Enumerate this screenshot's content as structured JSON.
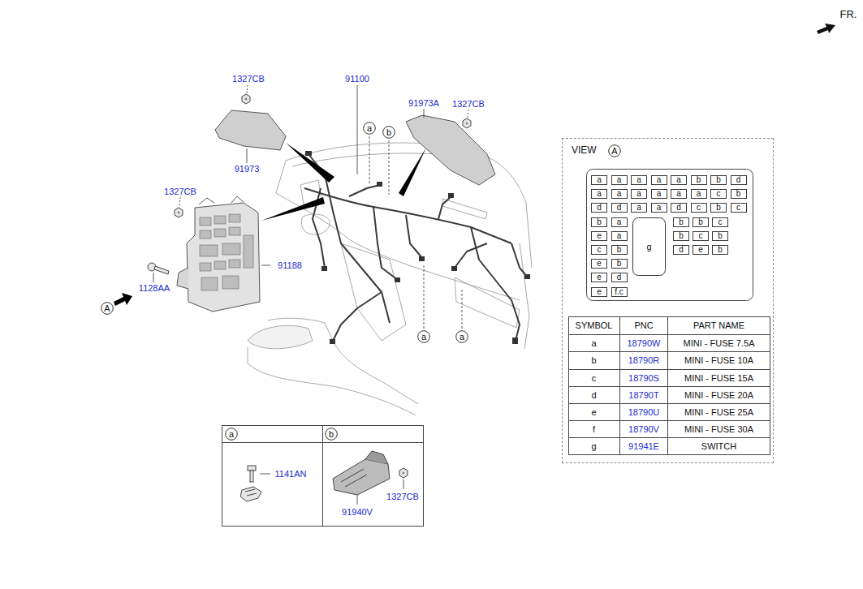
{
  "diagram": {
    "nodes": [
      {
        "text": [
          "a"
        ]
      },
      {
        "text": [
          "b"
        ]
      },
      {
        "text": [
          "A"
        ]
      },
      {
        "text": [
          "a"
        ]
      },
      {
        "text": [
          "a"
        ]
      },
      {
        "text": [
          "a"
        ]
      },
      {
        "text": [
          "b"
        ]
      },
      {
        "text": [
          "VIEW"
        ]
      },
      {
        "text": [
          "A"
        ],
        "in": 7
      },
      {
        "text": [
          "a"
        ],
        "in": 7
      },
      {
        "text": [
          "a"
        ],
        "in": 7
      },
      {
        "text": [
          "a"
        ],
        "in": 7
      },
      {
        "text": [
          "a"
        ],
        "in": 7
      },
      {
        "text": [
          "a"
        ],
        "in": 7
      },
      {
        "text": [
          "b"
        ],
        "in": 7
      },
      {
        "text": [
          "b"
        ],
        "in": 7
      },
      {
        "text": [
          "d"
        ],
        "in": 7
      },
      {
        "text": [
          "a"
        ],
        "in": 7
      },
      {
        "text": [
          "a"
        ],
        "in": 7
      },
      {
        "text": [
          "a"
        ],
        "in": 7
      },
      {
        "text": [
          "a"
        ],
        "in": 7
      },
      {
        "text": [
          "a"
        ],
        "in": 7
      },
      {
        "text": [
          "a"
        ],
        "in": 7
      },
      {
        "text": [
          "c"
        ],
        "in": 7
      },
      {
        "text": [
          "b"
        ],
        "in": 7
      },
      {
        "text": [
          "d"
        ],
        "in": 7
      },
      {
        "text": [
          "d"
        ],
        "in": 7
      },
      {
        "text": [
          "a"
        ],
        "in": 7
      },
      {
        "text": [
          "a"
        ],
        "in": 7
      },
      {
        "text": [
          "d"
        ],
        "in": 7
      },
      {
        "text": [
          "c"
        ],
        "in": 7
      },
      {
        "text": [
          "b"
        ],
        "in": 7
      },
      {
        "text": [
          "c"
        ],
        "in": 7
      },
      {
        "text": [
          "b"
        ],
        "in": 7
      },
      {
        "text": [
          "a"
        ],
        "in": 7
      },
      {
        "text": [
          "g"
        ],
        "in": 7
      },
      {
        "text": [
          "b"
        ],
        "in": 7
      },
      {
        "text": [
          "b"
        ],
        "in": 7
      },
      {
        "text": [
          "c"
        ],
        "in": 7
      },
      {
        "text": [
          "e"
        ],
        "in": 7
      },
      {
        "text": [
          "a"
        ],
        "in": 7
      },
      {
        "text": [
          "b"
        ],
        "in": 7
      },
      {
        "text": [
          "c"
        ],
        "in": 7
      },
      {
        "text": [
          "b"
        ],
        "in": 7
      },
      {
        "text": [
          "c"
        ],
        "in": 7
      },
      {
        "text": [
          "b"
        ],
        "in": 7
      },
      {
        "text": [
          "d"
        ],
        "in": 7
      },
      {
        "text": [
          "e"
        ],
        "in": 7
      },
      {
        "text": [
          "b"
        ],
        "in": 7
      },
      {
        "text": [
          "e"
        ],
        "in": 7
      },
      {
        "text": [
          "b"
        ],
        "in": 7
      },
      {
        "text": [
          "e"
        ],
        "in": 7
      },
      {
        "text": [
          "d"
        ],
        "in": 7
      },
      {
        "text": [
          "e"
        ],
        "in": 7
      },
      {
        "text": [
          "f.c"
        ],
        "in": 7
      }
    ],
    "labels": [
      "FR.",
      "1327CB",
      "91100",
      "91973A",
      "1327CB",
      "91973",
      "1327CB",
      "91188",
      "1128AA",
      "1141AN",
      "1327CB",
      "91940V",
      "SYMBOL",
      "PNC",
      "PART NAME",
      "a",
      "18790W",
      "MINI - FUSE 7.5A",
      "b",
      "18790R",
      "MINI - FUSE 10A",
      "c",
      "18790S",
      "MINI - FUSE 15A",
      "d",
      "18790T",
      "MINI - FUSE 20A",
      "e",
      "18790U",
      "MINI - FUSE 25A",
      "f",
      "18790V",
      "MINI - FUSE 30A",
      "g",
      "91941E",
      "SWITCH"
    ]
  }
}
